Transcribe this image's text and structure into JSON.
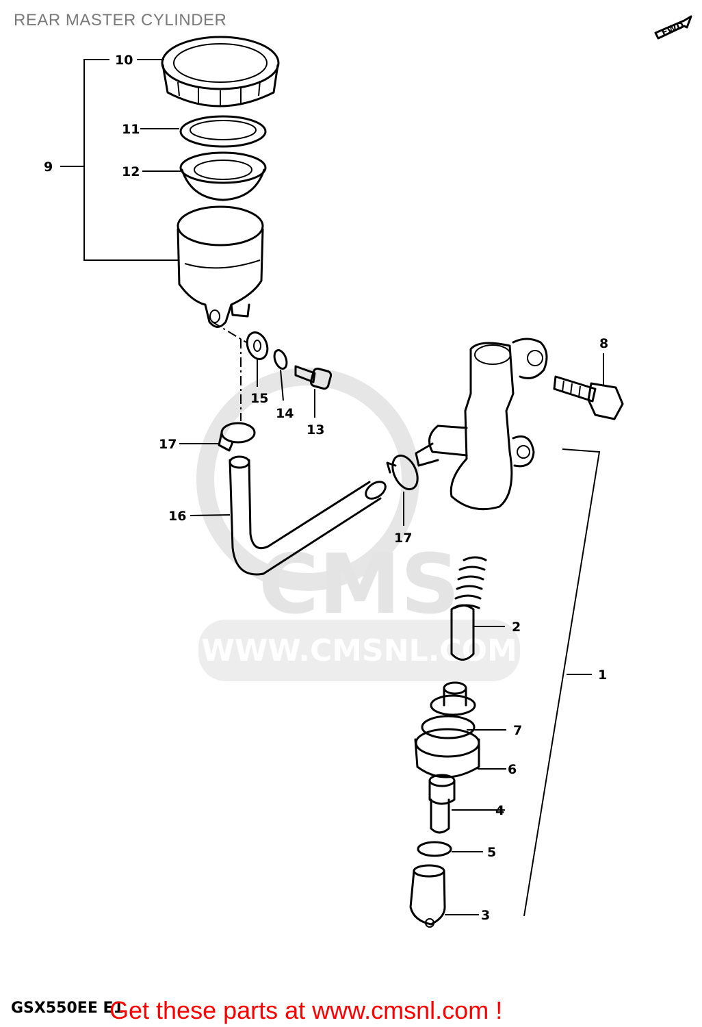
{
  "title": "REAR MASTER CYLINDER",
  "model_code": "GSX550EE E1",
  "promo_text": "Get these parts at www.cmsnl.com !",
  "fwd_mark": "FWD",
  "watermark": {
    "brand": "CMS",
    "url": "WWW.CMSNL.COM"
  },
  "colors": {
    "promo": "#ff0000",
    "title": "#7a7a7a",
    "lines": "#000000",
    "watermark": "#e4e4e4"
  },
  "callouts": {
    "c1": "1",
    "c2": "2",
    "c3": "3",
    "c4": "4",
    "c5": "5",
    "c6": "6",
    "c7": "7",
    "c8": "8",
    "c9": "9",
    "c10": "10",
    "c11": "11",
    "c12": "12",
    "c13": "13",
    "c14": "14",
    "c15": "15",
    "c16": "16",
    "c17a": "17",
    "c17b": "17"
  }
}
